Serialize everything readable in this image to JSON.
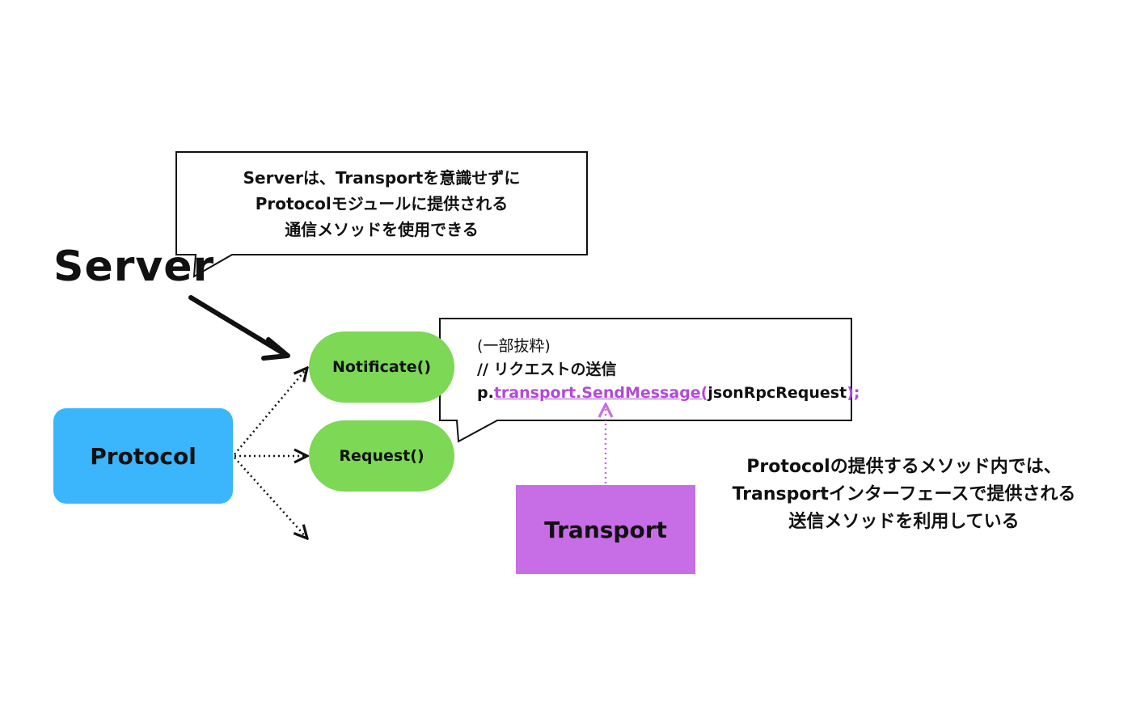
{
  "server": {
    "label": "Server",
    "callout_lines": [
      "Serverは、Transportを意識せずに",
      "Protocolモジュールに提供される",
      "通信メソッドを使用できる"
    ]
  },
  "protocol": {
    "label": "Protocol"
  },
  "methods": [
    {
      "label": "Notificate()"
    },
    {
      "label": "Request()"
    }
  ],
  "code_callout": {
    "line1": "(一部抜粋)",
    "line2": "// リクエストの送信",
    "line3_prefix": "p.",
    "line3_highlight": "transport.SendMessage(",
    "line3_args": "jsonRpcRequest",
    "line3_suffix": ");"
  },
  "transport": {
    "label": "Transport"
  },
  "note_lines": [
    "Protocolの提供するメソッド内では、",
    "Transportインターフェースで提供される",
    "送信メソッドを利用している"
  ],
  "colors": {
    "protocol": "#3bb5fb",
    "method": "#7cd855",
    "transport": "#c76de5",
    "highlight": "#b34ad8"
  }
}
